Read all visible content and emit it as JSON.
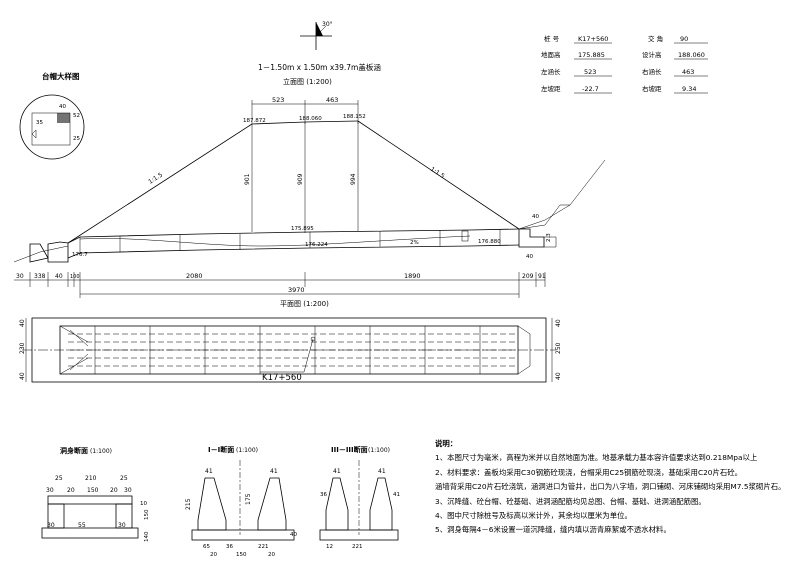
{
  "title": "1－1.50m x 1.50m x39.7m盖板涵",
  "north_arrow_angle": "30°",
  "cap_detail_title": "台帽大样图",
  "cap_detail_dims": [
    "40",
    "52",
    "35",
    "25"
  ],
  "elevation_title": "立面图 (1:200)",
  "plan_title": "平面图 (1:200)",
  "station_label": "K17+560",
  "info": {
    "rows": [
      {
        "k1": "桩 号",
        "v1": "K17+560",
        "k2": "交 角",
        "v2": "90"
      },
      {
        "k1": "地面高",
        "v1": "175.885",
        "k2": "设计高",
        "v2": "188.060"
      },
      {
        "k1": "左涵长",
        "v1": "523",
        "k2": "右涵长",
        "v2": "463"
      },
      {
        "k1": "左坡距",
        "v1": "-22.7",
        "k2": "右坡距",
        "v2": "9.34"
      }
    ]
  },
  "elevation": {
    "top_dims": [
      "523",
      "463"
    ],
    "elevations": [
      "187.872",
      "188.060",
      "188.152",
      "175.895",
      "176.224",
      "176.880",
      "176.7"
    ],
    "heights": [
      "901",
      "909",
      "994"
    ],
    "slope_labels": [
      "1:1.5",
      "1:1.5"
    ],
    "slope_pct": "2%",
    "right_small": [
      "40",
      "2.3",
      "40"
    ],
    "bottom_dims": [
      "30",
      "338",
      "40",
      "100",
      "2080",
      "1890",
      "209",
      "91"
    ],
    "total": "3970"
  },
  "plan": {
    "left_dims": [
      "40",
      "230",
      "40"
    ],
    "right_dims": [
      "40",
      "250",
      "40"
    ]
  },
  "section_body": {
    "title": "洞身断面",
    "scale": "(1:100)",
    "dims_top": [
      "25",
      "210",
      "25",
      "30",
      "20",
      "150",
      "20",
      "30"
    ],
    "dims_side": [
      "10",
      "150",
      "140"
    ],
    "dims_bottom": [
      "30",
      "55",
      "30"
    ]
  },
  "section_1": {
    "title": "I－I断面",
    "scale": "(1:100)",
    "dims": [
      "41",
      "41",
      "215",
      "175",
      "40",
      "65",
      "36",
      "221",
      "20",
      "150",
      "20"
    ]
  },
  "section_3": {
    "title": "III－III断面",
    "scale": "(1:100)",
    "dims": [
      "41",
      "41",
      "36",
      "41",
      "12",
      "221"
    ]
  },
  "notes": {
    "heading": "说明：",
    "items": [
      "1、本图尺寸为毫米，高程为米并以自然地面为准。地基承载力基本容许值要求达到0.218Mpa以上",
      "2、材料要求：盖板均采用C30钢筋砼现浇，台帽采用C25钢筋砼现浇，基础采用C20片石砼。",
      "   涵墙背采用C20片石砼浇筑，涵洞进口为管井，出口为八字墙，洞口铺砌、河床铺砌均采用M7.5浆砌片石。",
      "3、沉降缝、砼台帽、砼基础、进洞涵配筋均见总图、台帽、基础、进洞涵配筋图。",
      "4、图中尺寸除桩号及标高以米计外，其余均以厘米为单位。",
      "5、洞身每隔4－6米设置一道沉降缝，缝内填以沥青麻絮或不透水材料。"
    ]
  }
}
